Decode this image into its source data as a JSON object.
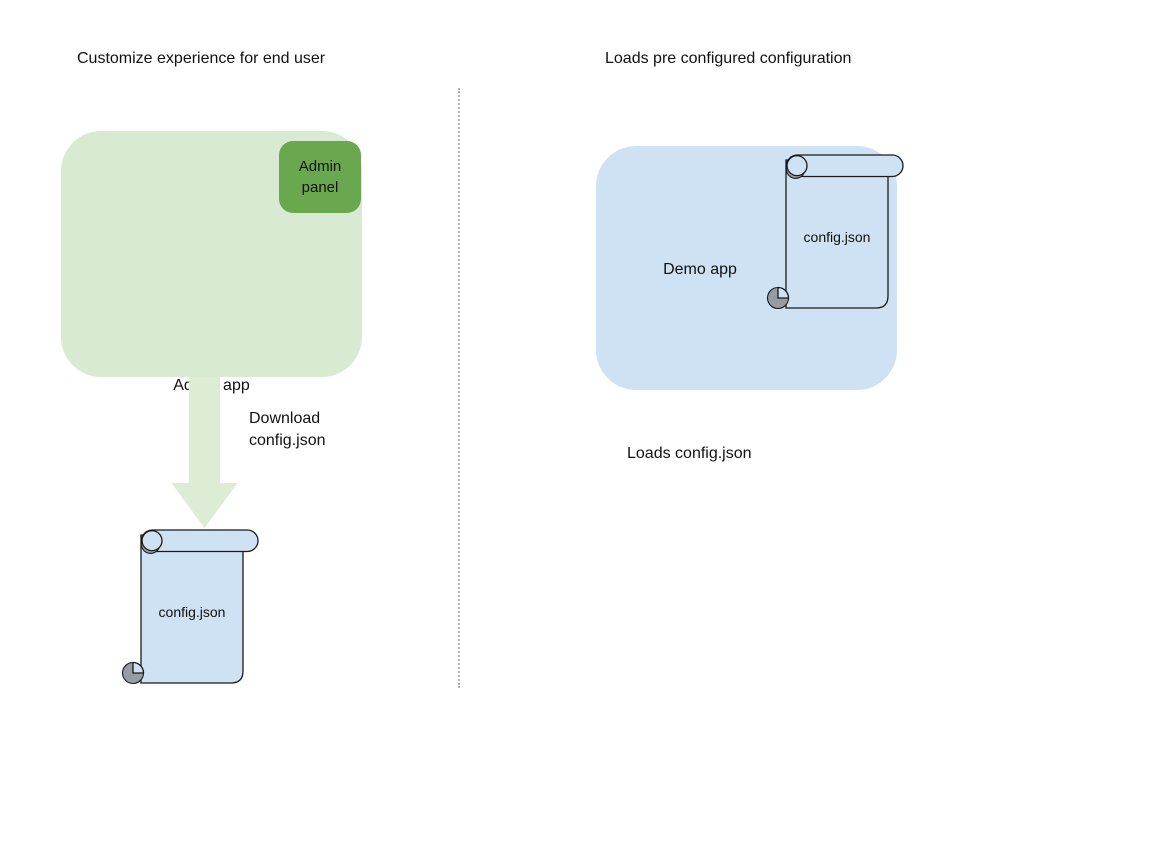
{
  "colors": {
    "box_green": "#d9ead3",
    "panel_green": "#6aa84f",
    "arrow_green": "#dcecd5",
    "box_blue": "#cfe2f3",
    "scroll_shade": "#969ca4",
    "outline": "#1a1a1a",
    "divider_gray": "#b3b3b3",
    "text": "#111111"
  },
  "left": {
    "title": "Customize experience for end user",
    "app_label": "Admin app",
    "panel_label": "Admin\npanel",
    "arrow_label": "Download\nconfig.json",
    "scroll_label": "config.json"
  },
  "right": {
    "title": "Loads pre configured configuration",
    "app_label": "Demo app",
    "scroll_label": "config.json",
    "caption": "Loads config.json"
  }
}
